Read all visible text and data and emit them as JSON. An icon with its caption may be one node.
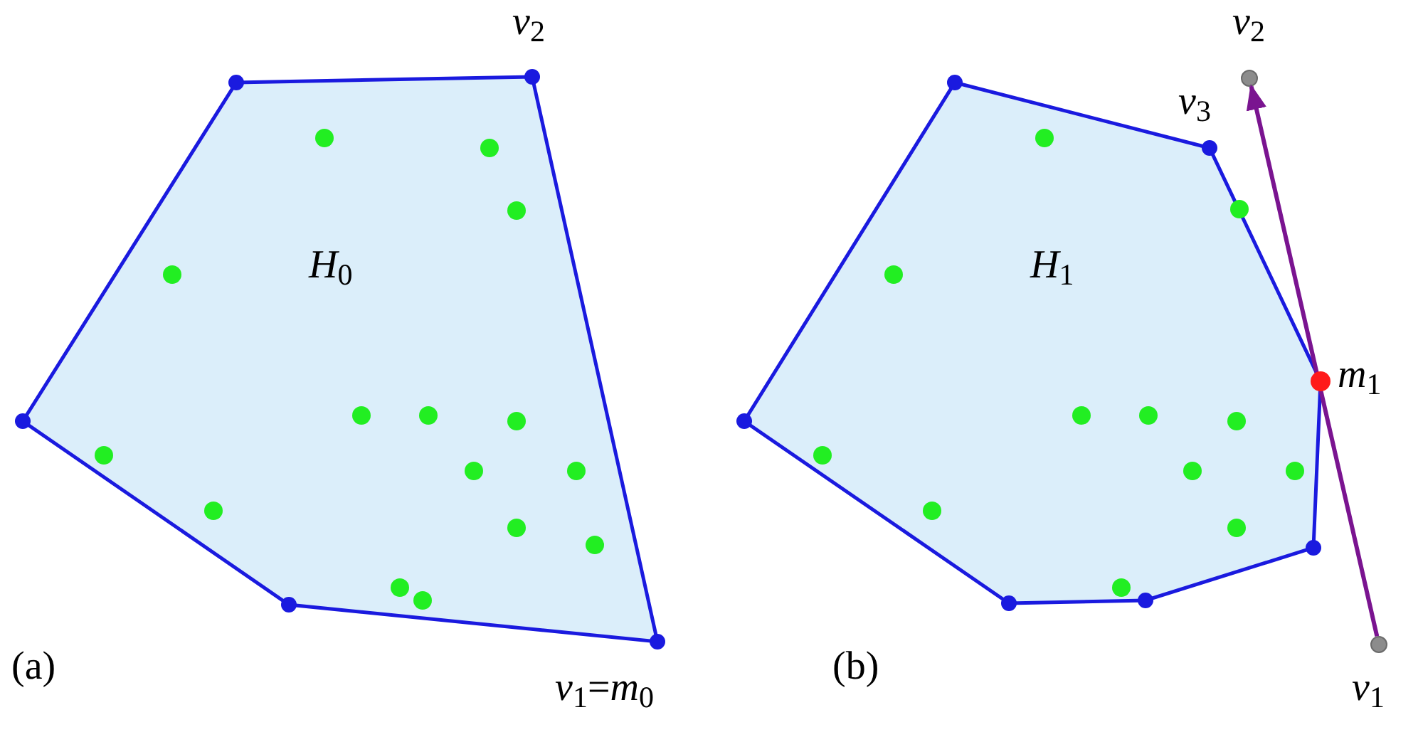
{
  "diagram": {
    "nodes": [
      {
        "text": [
          "*H*$_{0}$"
        ]
      },
      {
        "text": [
          "*H*$_{1}$"
        ]
      },
      {
        "text": [],
        "shape": "circle",
        "beside": [
          "*v*$_{2}$"
        ]
      },
      {
        "text": [],
        "shape": "circle",
        "beside": [
          "*v*$_{1}$"
        ]
      }
    ],
    "edges": [
      {
        "from": 3,
        "to": 2,
        "arrow": "to"
      }
    ],
    "labels": [
      "(a)",
      "*v*$_{2}$",
      "*v*$_{1}$=*m*$_{0}$",
      "(b)",
      "*v*$_{3}$",
      "*m*$_{1}$"
    ]
  }
}
